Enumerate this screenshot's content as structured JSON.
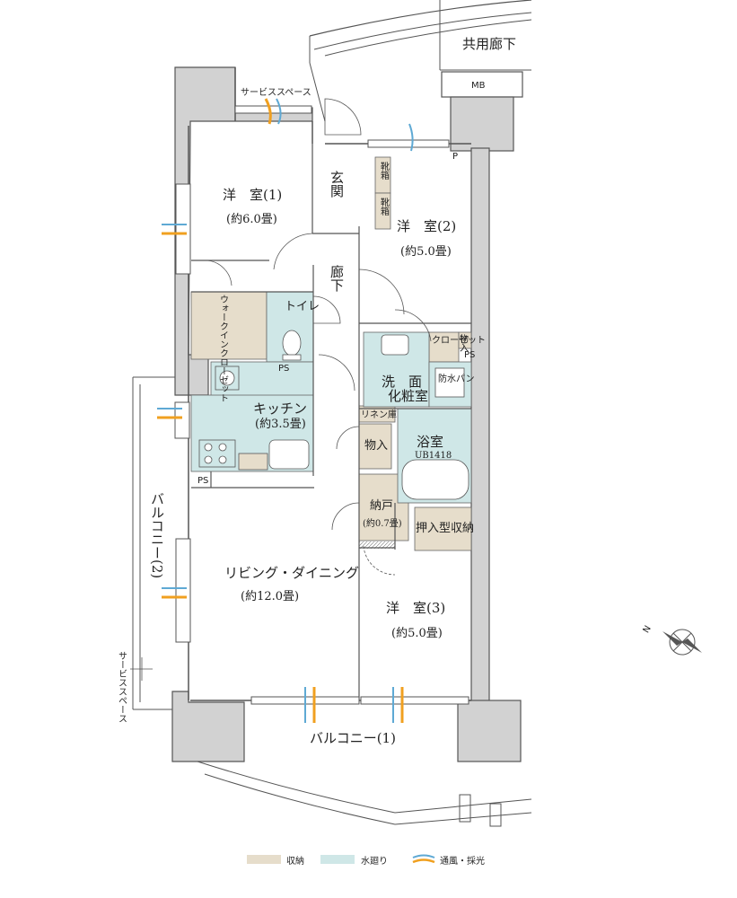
{
  "rooms": {
    "common_corridor": "共用廊下",
    "mb": "MB",
    "service_space_top": "サービススペース",
    "entrance": "玄関",
    "shoe_box_1": "靴箱",
    "shoe_box_2": "靴箱",
    "western_room_1": "洋　室(1)",
    "western_room_1_size": "(約6.0畳)",
    "western_room_2": "洋　室(2)",
    "western_room_2_size": "(約5.0畳)",
    "western_room_3": "洋　室(3)",
    "western_room_3_size": "(約5.0畳)",
    "corridor": "廊下",
    "walk_in_closet": "ウォークインクローゼット",
    "toilet": "トイレ",
    "ps_1": "PS",
    "ps_2": "PS",
    "ps_3": "PS",
    "p": "P",
    "closet": "クローゼット",
    "storage_1": "物入",
    "storage_2": "物入",
    "washroom_1": "洗　面",
    "washroom_2": "化粧室",
    "waterproof_pan": "防水パン",
    "linen": "リネン庫",
    "bathroom": "浴室",
    "bathroom_code": "UB1418",
    "kitchen": "キッチン",
    "kitchen_size": "(約3.5畳)",
    "closet_storage": "納戸",
    "closet_storage_size": "(約0.7畳)",
    "oshiire": "押入型収納",
    "living_dining": "リビング・ダイニング",
    "living_dining_size": "(約12.0畳)",
    "balcony_2": "バルコニー(2)",
    "service_space_left": "サービススペース",
    "balcony_1": "バルコニー(1)"
  },
  "legend": {
    "storage": "収納",
    "water": "水廻り",
    "ventilation": "通風・採光"
  },
  "compass": {
    "label": "N"
  },
  "colors": {
    "storage": "#e6ddcb",
    "water": "#cfe7e7",
    "wall": "#d2d2d2",
    "ventilation_blue": "#5ea9d4",
    "ventilation_orange": "#f0a020"
  }
}
